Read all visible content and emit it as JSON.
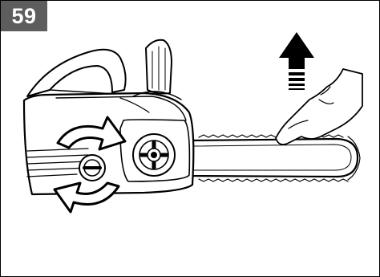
{
  "figure": {
    "number": "59"
  },
  "illustration": {
    "subject": "chainsaw-with-chain-tension-knob",
    "colors": {
      "line": "#000000",
      "fill": "#ffffff",
      "badge": "#5d5d5d",
      "arrow": "#000000"
    },
    "icons": [
      "rotate-arrows-icon",
      "lift-up-arrow-icon",
      "hand-icon",
      "chain-bar",
      "tension-knob"
    ]
  }
}
